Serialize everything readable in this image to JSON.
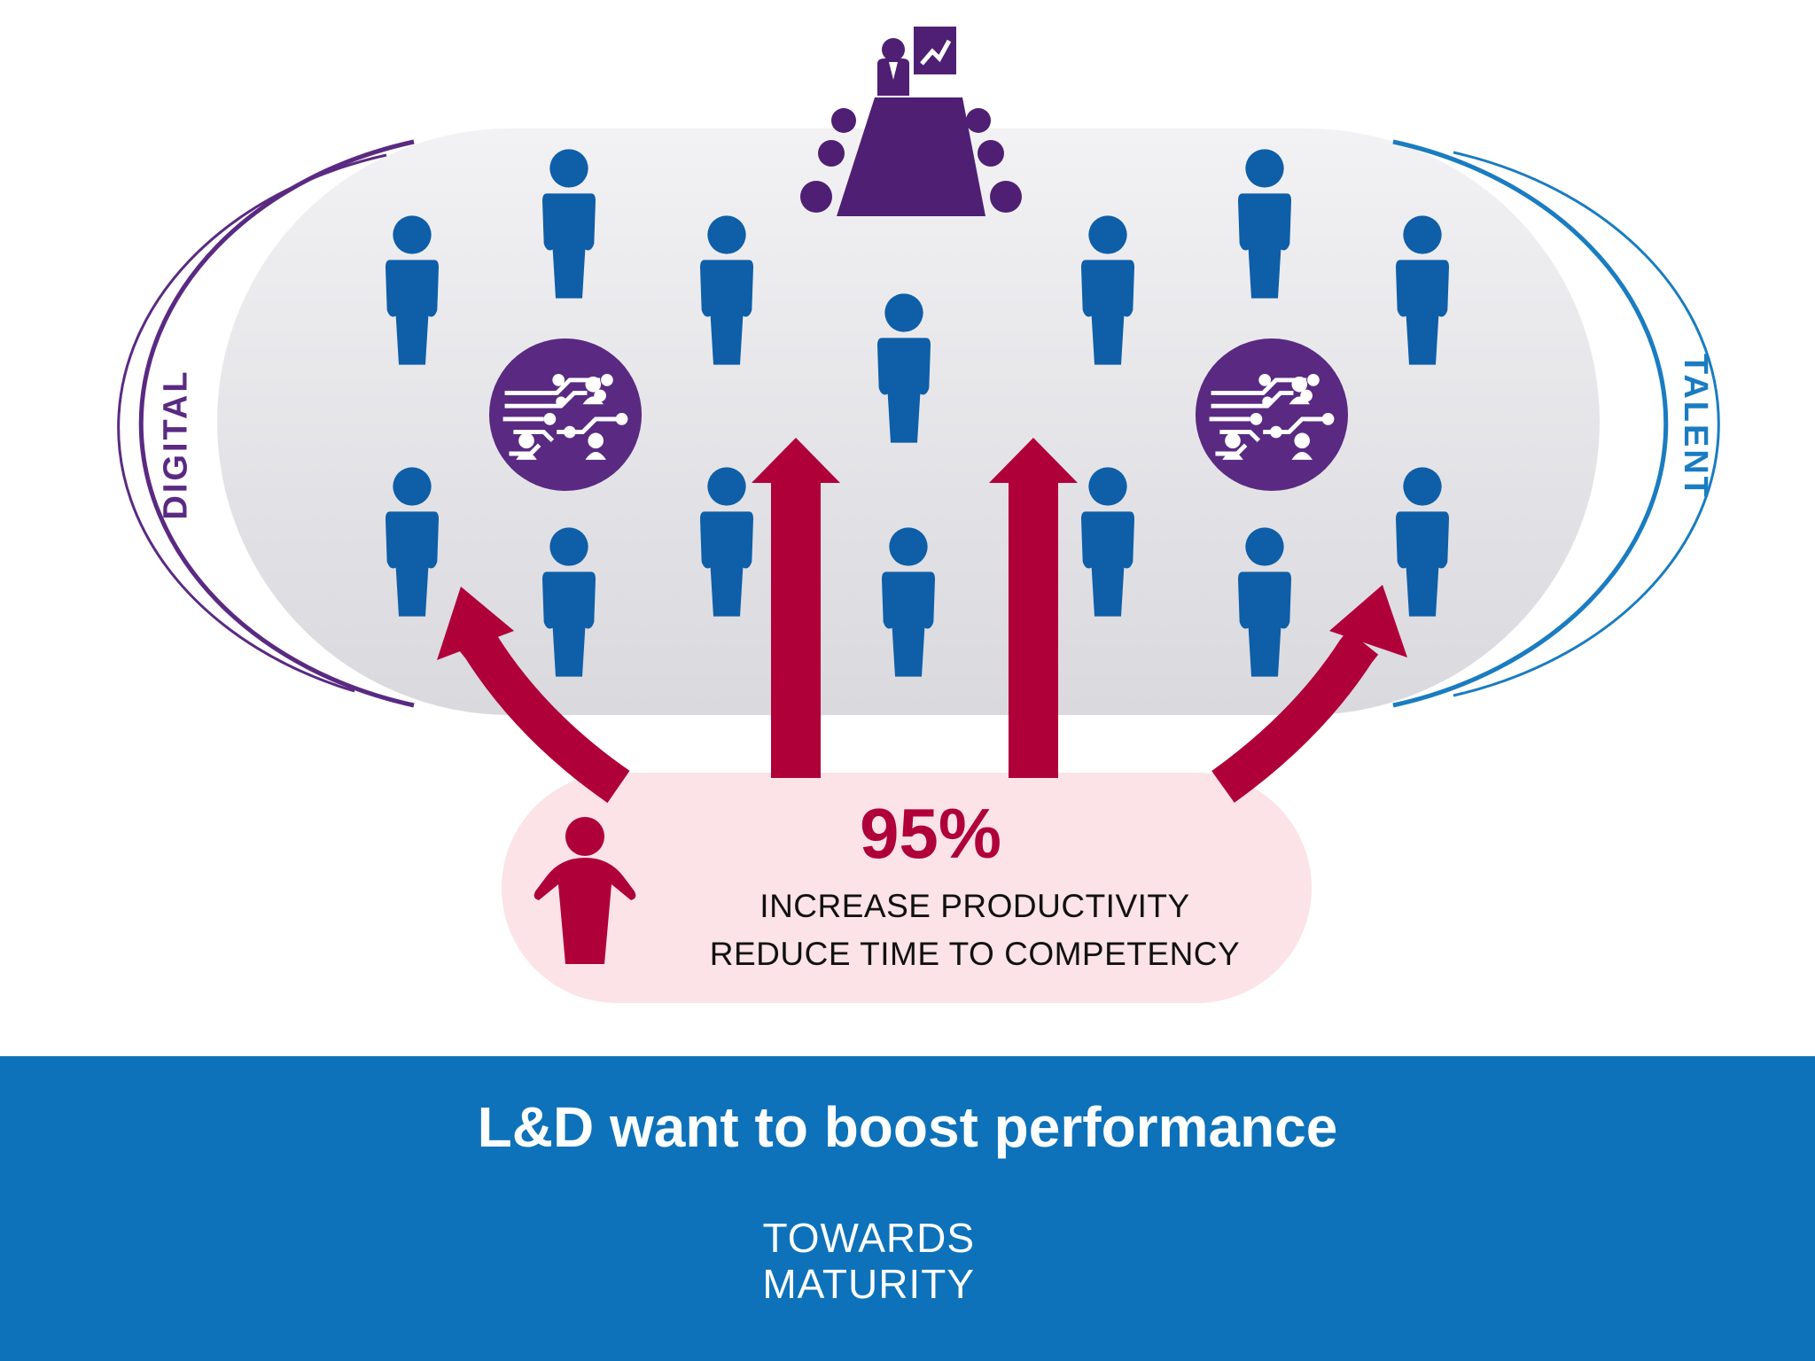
{
  "labels": {
    "left": "DIGITAL",
    "right": "TALENT"
  },
  "stat": {
    "value": "95%",
    "line1": "INCREASE PRODUCTIVITY",
    "line2": "REDUCE TIME TO COMPETENCY"
  },
  "footer": {
    "title": "L&D want to boost performance",
    "logo_line1": "TOWARDS",
    "logo_line2": "MATURITY"
  },
  "colors": {
    "people": "#0e5ea8",
    "purple": "#4f1f73",
    "crimson": "#b0003a",
    "digital": "#5a2a82",
    "talent": "#1a7cc1",
    "footer": "#0d72b9"
  },
  "icons": [
    "person-icon",
    "presenter-icon",
    "circuit-icon",
    "arrow-up-icon",
    "curved-arrow-icon",
    "logo-squares-icon"
  ]
}
